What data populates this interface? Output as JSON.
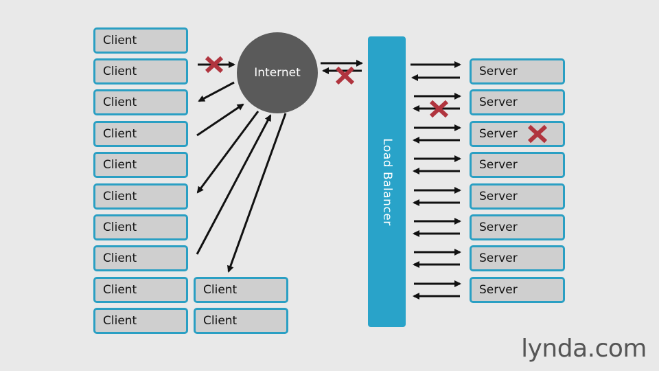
{
  "clients_left": [
    "Client",
    "Client",
    "Client",
    "Client",
    "Client",
    "Client",
    "Client",
    "Client",
    "Client",
    "Client"
  ],
  "clients_extra": [
    "Client",
    "Client"
  ],
  "servers": [
    "Server",
    "Server",
    "Server",
    "Server",
    "Server",
    "Server",
    "Server",
    "Server"
  ],
  "internet_label": "Internet",
  "load_balancer_label": "Load Balancer",
  "brand": "lynda.com",
  "colors": {
    "box_border": "#2a9fc3",
    "box_fill": "#cfcfcf",
    "load_balancer": "#29a3c9",
    "internet": "#5a5a5a",
    "failure_mark": "#b0343e",
    "background": "#e9e9e9"
  },
  "failure_icon": "x-mark-icon"
}
